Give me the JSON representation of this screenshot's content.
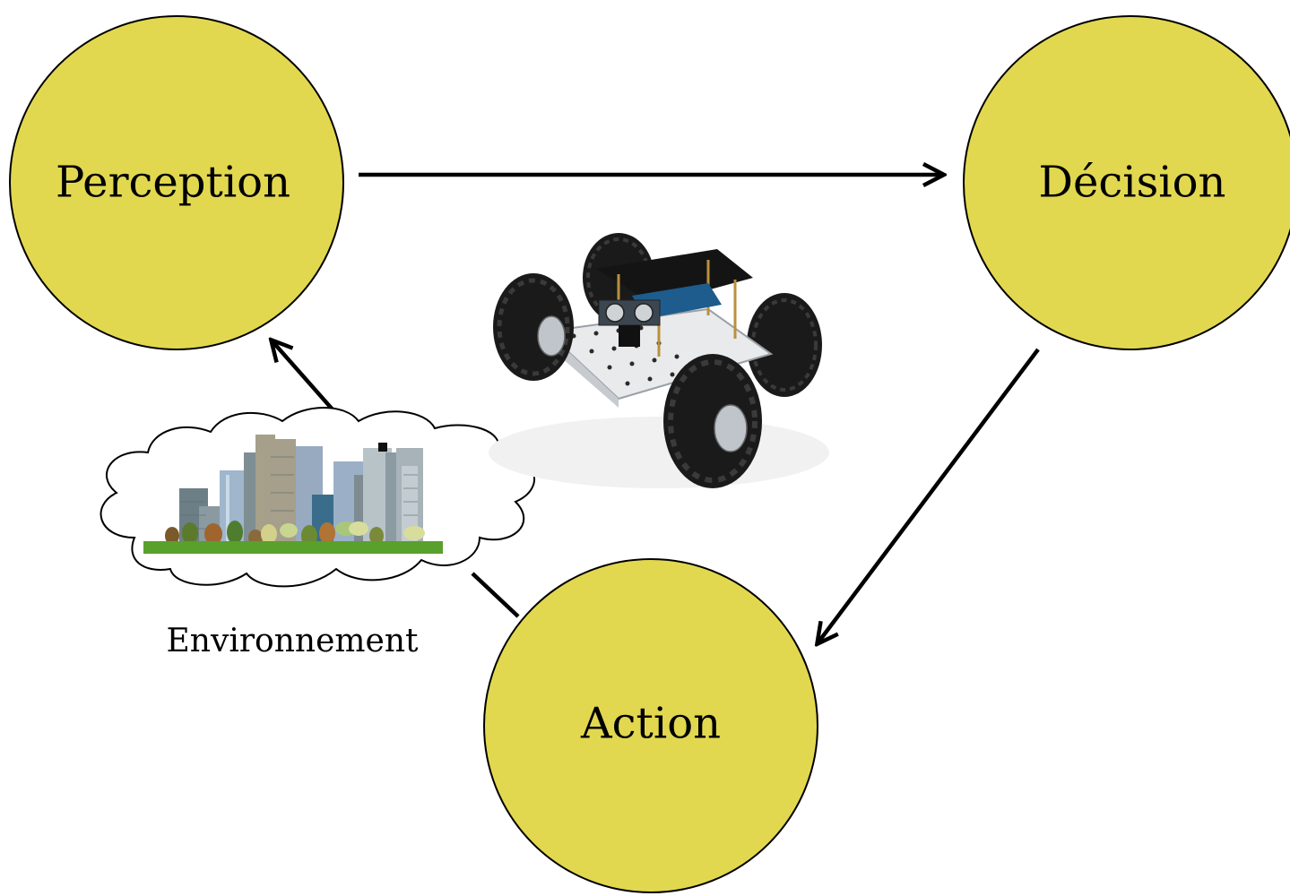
{
  "diagram": {
    "nodes": {
      "perception": {
        "label": "Perception"
      },
      "decision": {
        "label": "Décision"
      },
      "action": {
        "label": "Action"
      }
    },
    "environment": {
      "label": "Environnement",
      "icon": "city-in-cloud-icon"
    },
    "robot": {
      "icon": "four-wheel-robot-rover-icon"
    },
    "colors": {
      "node_fill": "#e2d850",
      "stroke": "#000000",
      "ground": "#5aa02c"
    }
  }
}
